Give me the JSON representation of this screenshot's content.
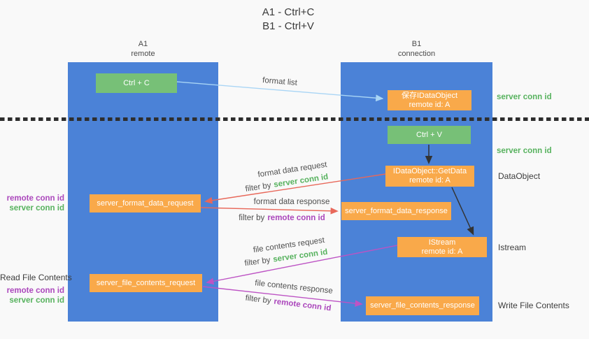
{
  "title": {
    "line1": "A1 - Ctrl+C",
    "line2": "B1 - Ctrl+V"
  },
  "lanes": {
    "left": {
      "name": "A1",
      "role": "remote"
    },
    "right": {
      "name": "B1",
      "role": "connection"
    }
  },
  "nodes": {
    "ctrl_c": {
      "label": "Ctrl + C"
    },
    "save_idataobject": {
      "line1": "保存IDataObject",
      "line2": "remote id: A"
    },
    "ctrl_v": {
      "label": "Ctrl + V"
    },
    "getdata": {
      "line1": "IDataObject::GetData",
      "line2": "remote id: A"
    },
    "format_request": {
      "label": "server_format_data_request"
    },
    "format_response": {
      "label": "server_format_data_response"
    },
    "istream": {
      "line1": "IStream",
      "line2": "remote id: A"
    },
    "file_request": {
      "label": "server_file_contents_request"
    },
    "file_response": {
      "label": "server_file_contents_response"
    }
  },
  "annotations": {
    "right": {
      "server_conn_id_1": "server conn id",
      "server_conn_id_2": "server conn id",
      "dataobject": "DataObject",
      "istream": "Istream",
      "write_file": "Write File Contents"
    },
    "left": {
      "group1": {
        "remote": "remote conn id",
        "server": "server conn id"
      },
      "read_file": "Read File Contents",
      "group2": {
        "remote": "remote conn id",
        "server": "server conn id"
      }
    }
  },
  "arrows": {
    "format_list": "format list",
    "format_data_request": "format data request",
    "format_data_response": "format data response",
    "file_contents_request": "file contents request",
    "file_contents_response": "file contents response",
    "filter_by": "filter by",
    "server_conn_id": "server conn id",
    "remote_conn_id": "remote conn id"
  },
  "colors": {
    "lane_blue": "#4b82d7",
    "node_green": "#77c077",
    "node_orange": "#f9a94a",
    "text_green": "#57b25e",
    "text_purple": "#ab47bc",
    "arrow_red": "#e8685a",
    "arrow_magenta": "#bd53c4",
    "arrow_light_blue": "#a9d5f5",
    "arrow_black": "#333333",
    "background": "#f9f9f9"
  }
}
